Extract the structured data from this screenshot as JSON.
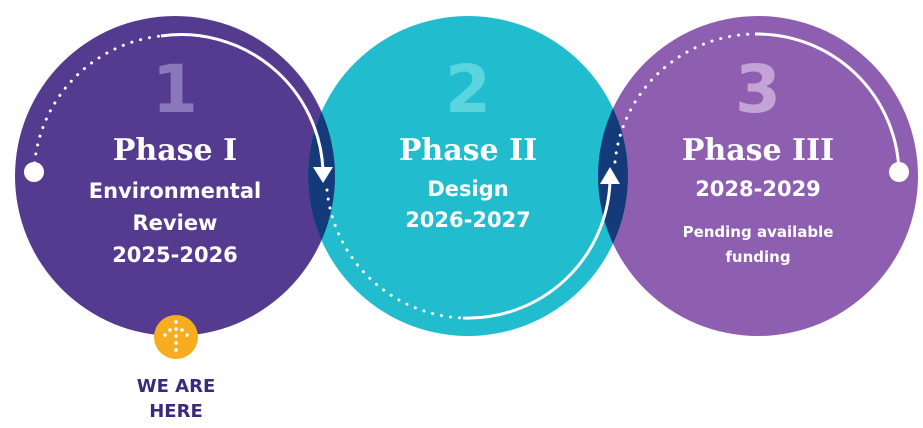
{
  "colors": {
    "phase1": "#553b8f",
    "phase2": "#21bccd",
    "phase3": "#8e5fb0",
    "overlap": "#143a7a",
    "number_phase1": "#8a78bd",
    "number_phase2": "#5ad4dd",
    "number_phase3": "#c3a4d6",
    "marker": "#f6ad1f",
    "marker_text": "#3a2a7e"
  },
  "phases": [
    {
      "number": "1",
      "title": "Phase I",
      "details": [
        "Environmental",
        "Review",
        "2025-2026"
      ]
    },
    {
      "number": "2",
      "title": "Phase II",
      "details": [
        "Design",
        "2026-2027"
      ]
    },
    {
      "number": "3",
      "title": "Phase III",
      "details": [
        "2028-2029"
      ],
      "note": [
        "Pending available",
        "funding"
      ]
    }
  ],
  "marker": {
    "icon": "dotted-up-arrow-icon",
    "label_lines": [
      "WE ARE",
      "HERE"
    ]
  }
}
